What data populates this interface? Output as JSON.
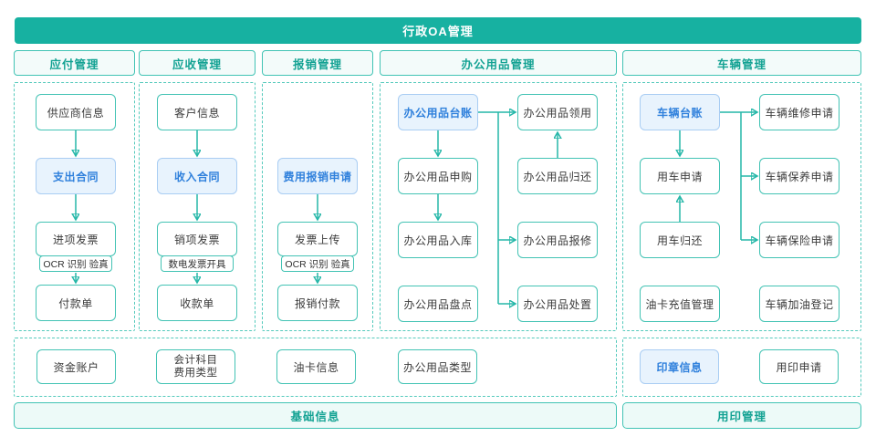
{
  "title": "行政OA管理",
  "colors": {
    "teal": "#17b1a1",
    "teal_border": "#43c3b4",
    "teal_text": "#13a293",
    "zone_dash": "#55cabc",
    "bar_bg": "#edfaf8",
    "header_bg": "#f3fbfa",
    "blue_bg": "#e8f3fd",
    "blue_border": "#a9cdf3",
    "blue_text": "#2f80dc",
    "node_text": "#3b3b3b"
  },
  "headers": {
    "payable": "应付管理",
    "receivable": "应收管理",
    "reimburse": "报销管理",
    "office_supplies": "办公用品管理",
    "vehicle": "车辆管理"
  },
  "nodes": {
    "supplier_info": "供应商信息",
    "expense_contract": "支出合同",
    "input_invoice": "进项发票",
    "ocr_verify_1": "OCR 识别 验真",
    "payment_slip": "付款单",
    "customer_info": "客户信息",
    "income_contract": "收入合同",
    "output_invoice": "销项发票",
    "digital_invoice_issue": "数电发票开具",
    "receipt_slip": "收款单",
    "expense_claim_apply": "费用报销申请",
    "invoice_upload": "发票上传",
    "ocr_verify_2": "OCR 识别 验真",
    "reimburse_payment": "报销付款",
    "supplies_ledger": "办公用品台账",
    "supplies_purchase": "办公用品申购",
    "supplies_inbound": "办公用品入库",
    "supplies_stocktake": "办公用品盘点",
    "supplies_requisition": "办公用品领用",
    "supplies_return": "办公用品归还",
    "supplies_repair": "办公用品报修",
    "supplies_disposal": "办公用品处置",
    "vehicle_ledger": "车辆台账",
    "vehicle_apply": "用车申请",
    "vehicle_return": "用车归还",
    "fuel_card_recharge": "油卡充值管理",
    "vehicle_repair_apply": "车辆维修申请",
    "vehicle_maintenance_apply": "车辆保养申请",
    "vehicle_insurance_apply": "车辆保险申请",
    "vehicle_refuel_log": "车辆加油登记",
    "capital_account": "资金账户",
    "accounting_subject": "会计科目",
    "expense_type": "费用类型",
    "fuel_card_info": "油卡信息",
    "supplies_type": "办公用品类型",
    "seal_info": "印章信息",
    "seal_apply": "用印申请"
  },
  "footers": {
    "basic_info": "基础信息",
    "seal_mgmt": "用印管理"
  }
}
